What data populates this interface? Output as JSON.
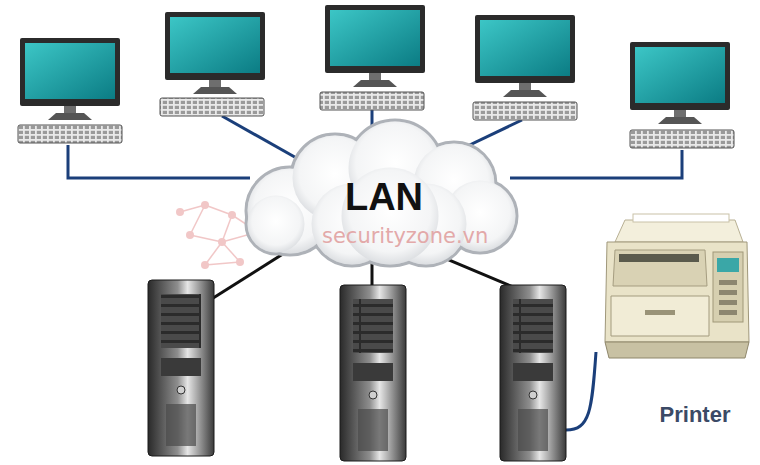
{
  "diagram": {
    "nodes": [
      {
        "text": [
          "LAN"
        ]
      },
      {
        "text": [
          "Printer"
        ]
      }
    ],
    "labels": [
      "securityzone.vn"
    ]
  }
}
